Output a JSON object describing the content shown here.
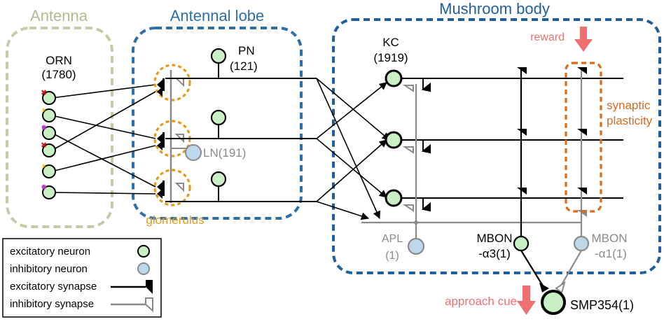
{
  "regions": {
    "antenna": "Antenna",
    "antennal_lobe": "Antennal lobe",
    "mushroom_body": "Mushroom body"
  },
  "neurons": {
    "orn_name": "ORN",
    "orn_count": "(1780)",
    "pn_name": "PN",
    "pn_count": "(121)",
    "ln": "LN(191)",
    "kc_name": "KC",
    "kc_count": "(1919)",
    "apl_name": "APL",
    "apl_count": "(1)",
    "mbon_a3_name": "MBON",
    "mbon_a3_sub": "-α3(1)",
    "mbon_a1_name": "MBON",
    "mbon_a1_sub": "-α1(1)",
    "smp": "SMP354(1)"
  },
  "annotations": {
    "glomerulus": "glomerulus",
    "reward": "reward",
    "synaptic": "synaptic",
    "plasticity": "plasticity",
    "approach_cue": "approach cue"
  },
  "legend": {
    "excitatory_neuron": "excitatory neuron",
    "inhibitory_neuron": "inhibitory neuron",
    "excitatory_synapse": "excitatory synapse",
    "inhibitory_synapse": "inhibitory synapse"
  },
  "colors": {
    "antenna": "#c9c9a8",
    "antennal_lobe": "#2d6fa7",
    "mushroom_body": "#1f5f9c",
    "excitatory_fill": "#c9f0c4",
    "inhibitory_fill": "#bcd8ea",
    "orange": "#e69a1c",
    "plasticity": "#d96a1e",
    "reward": "#f07070",
    "gray": "#8a8a8a"
  },
  "receptor_glyphs": [
    "✖",
    "✶",
    "✸",
    "✖",
    "✶",
    "✸"
  ]
}
